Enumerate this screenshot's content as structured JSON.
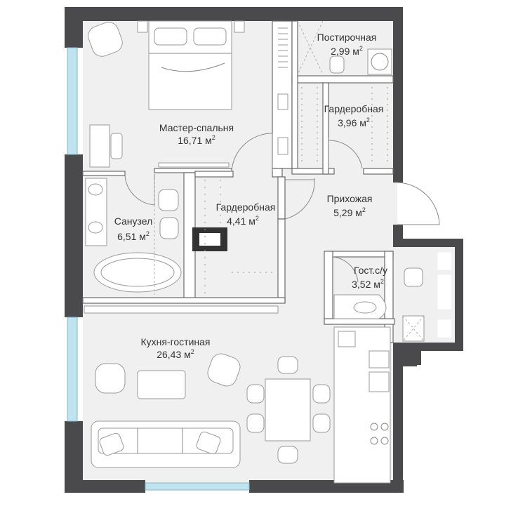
{
  "rooms": [
    {
      "id": "master-bedroom",
      "name": "Мастер-спальня",
      "area": "16,71",
      "unit": "м",
      "sup": "2"
    },
    {
      "id": "laundry",
      "name": "Постирочная",
      "area": "2,99",
      "unit": "м",
      "sup": "2"
    },
    {
      "id": "wardrobe-right",
      "name": "Гардеробная",
      "area": "3,96",
      "unit": "м",
      "sup": "2"
    },
    {
      "id": "hallway",
      "name": "Прихожая",
      "area": "5,29",
      "unit": "м",
      "sup": "2"
    },
    {
      "id": "bathroom",
      "name": "Санузел",
      "area": "6,51",
      "unit": "м",
      "sup": "2"
    },
    {
      "id": "wardrobe-center",
      "name": "Гардеробная",
      "area": "4,41",
      "unit": "м",
      "sup": "2"
    },
    {
      "id": "guest-wc",
      "name": "Гост.с/у",
      "area": "3,52",
      "unit": "м",
      "sup": "2"
    },
    {
      "id": "kitchen-living",
      "name": "Кухня-гостиная",
      "area": "26,43",
      "unit": "м",
      "sup": "2"
    }
  ],
  "colors": {
    "wall": "#4a4a4c",
    "floor": "#f0f0f1",
    "glass": "#bfe4ef"
  }
}
